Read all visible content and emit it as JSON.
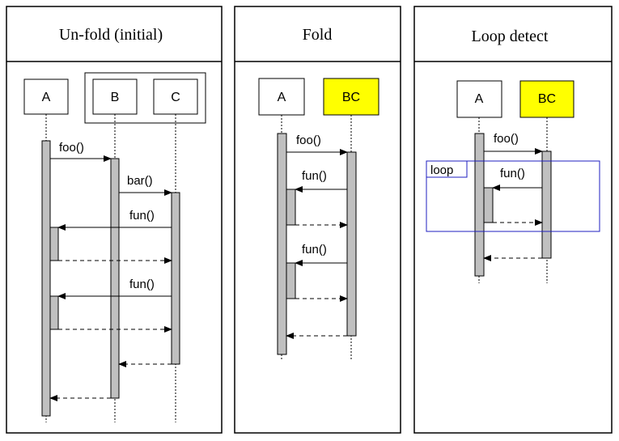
{
  "panels": [
    {
      "title": "Un-fold (initial)"
    },
    {
      "title": "Fold"
    },
    {
      "title": "Loop detect"
    }
  ],
  "unfold": {
    "objects": [
      "A",
      "B",
      "C"
    ],
    "messages": {
      "foo": "foo()",
      "bar": "bar()",
      "fun1": "fun()",
      "fun2": "fun()"
    }
  },
  "fold": {
    "objects": [
      "A",
      "BC"
    ],
    "messages": {
      "foo": "foo()",
      "fun1": "fun()",
      "fun2": "fun()"
    }
  },
  "loopdetect": {
    "objects": [
      "A",
      "BC"
    ],
    "messages": {
      "foo": "foo()",
      "fun": "fun()"
    },
    "loop_label": "loop"
  },
  "colors": {
    "highlight": "#ffff00",
    "activation": "#c0c0c0",
    "loop_frame": "#1f1fc0"
  }
}
